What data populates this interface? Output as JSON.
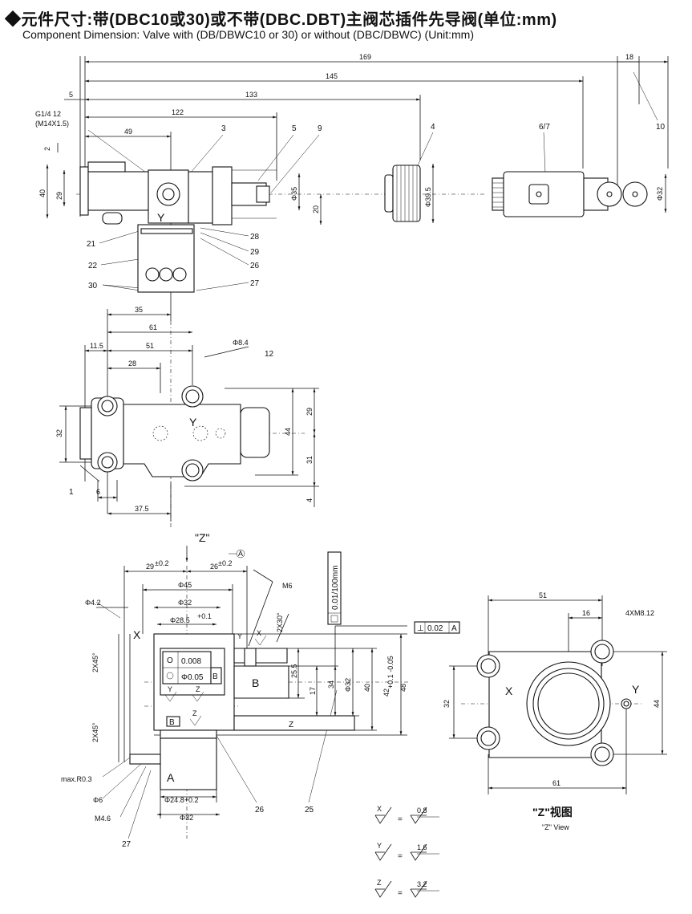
{
  "header": {
    "title": "◆元件尺寸:带(DBC10或30)或不带(DBC.DBT)主阀芯插件先导阀(单位:mm)",
    "subtitle": "Component Dimension: Valve with (DB/DBWC10 or 30) or without (DBC/DBWC)  (Unit:mm)"
  },
  "top_view": {
    "dims": {
      "d169": "169",
      "d145": "145",
      "d133": "133",
      "d122": "122",
      "d49": "49",
      "d5": "5",
      "d18": "18",
      "d2": "2",
      "d40": "40",
      "d29": "29",
      "d20": "20",
      "phi35": "Φ35",
      "phi39_5": "Φ39.5",
      "phi32": "Φ32"
    },
    "port": {
      "line1": "G1/4 12",
      "line2": "(M14X1.5)"
    },
    "y_label": "Y",
    "callouts": {
      "c3": "3",
      "c5": "5",
      "c9": "9",
      "c4": "4",
      "c67": "6/7",
      "c10": "10",
      "c21": "21",
      "c22": "22",
      "c30": "30",
      "c28": "28",
      "c29": "29",
      "c26": "26",
      "c27": "27"
    }
  },
  "plan_view": {
    "dims": {
      "d35": "35",
      "d61": "61",
      "d11_5": "11.5",
      "d51": "51",
      "d28": "28",
      "phi8_4": "Φ8.4",
      "d32": "32",
      "d29": "29",
      "d44": "44",
      "d31": "31",
      "d4": "4",
      "d6": "6",
      "d37_5": "37.5"
    },
    "y_label": "Y",
    "callouts": {
      "c12": "12",
      "c1": "1"
    }
  },
  "section_view": {
    "z_label": "\"Z\"",
    "datum_a": "A",
    "dims": {
      "d29": "29",
      "d29tol": "±0.2",
      "d26": "26",
      "d26tol": "±0.2",
      "phi45": "Φ45",
      "phi32a": "Φ32",
      "phi28_5": "Φ28.5",
      "phi28_5tol": "+0.1",
      "phi4_2": "Φ4.2",
      "m6": "M6",
      "c2x30": "2X30°",
      "c2x45a": "2X45°",
      "c2x45b": "2X45°",
      "d25_5": "25.5",
      "d17": "17",
      "d34": "34",
      "phi32b": "Φ32",
      "d40": "40",
      "d42": "42",
      "d42tol": "+0.1 -0.05",
      "d48": "48",
      "phi24_8": "Φ24.8+0.2",
      "phi32c": "Φ32",
      "phi6": "Φ6",
      "m4_6": "M4.6",
      "maxr": "max.R0.3"
    },
    "tol_flat": "0.01/100mm",
    "tol_perp": "0.02",
    "tol_perp_ref": "A",
    "fcf_circ": "0.008",
    "fcf_pos": "Φ0.05",
    "fcf_ref": "B",
    "datum_b": "B",
    "labels": {
      "x": "X",
      "a": "A",
      "b": "B",
      "z": "Z",
      "y_mark": "Y",
      "z_mark": "Z",
      "x_mark": "X"
    },
    "callouts": {
      "c26": "26",
      "c25": "25",
      "c27": "27"
    }
  },
  "z_view": {
    "dims": {
      "d51": "51",
      "d16": "16",
      "d32": "32",
      "d44": "44",
      "d61": "61"
    },
    "thread": "4XM8.12",
    "x_label": "X",
    "y_label": "Y",
    "title": "\"Z\"视图",
    "subtitle": "\"Z\" View"
  },
  "roughness": [
    {
      "sym": "X",
      "val": "0.8"
    },
    {
      "sym": "Y",
      "val": "1.6"
    },
    {
      "sym": "Z",
      "val": "3.2"
    }
  ]
}
